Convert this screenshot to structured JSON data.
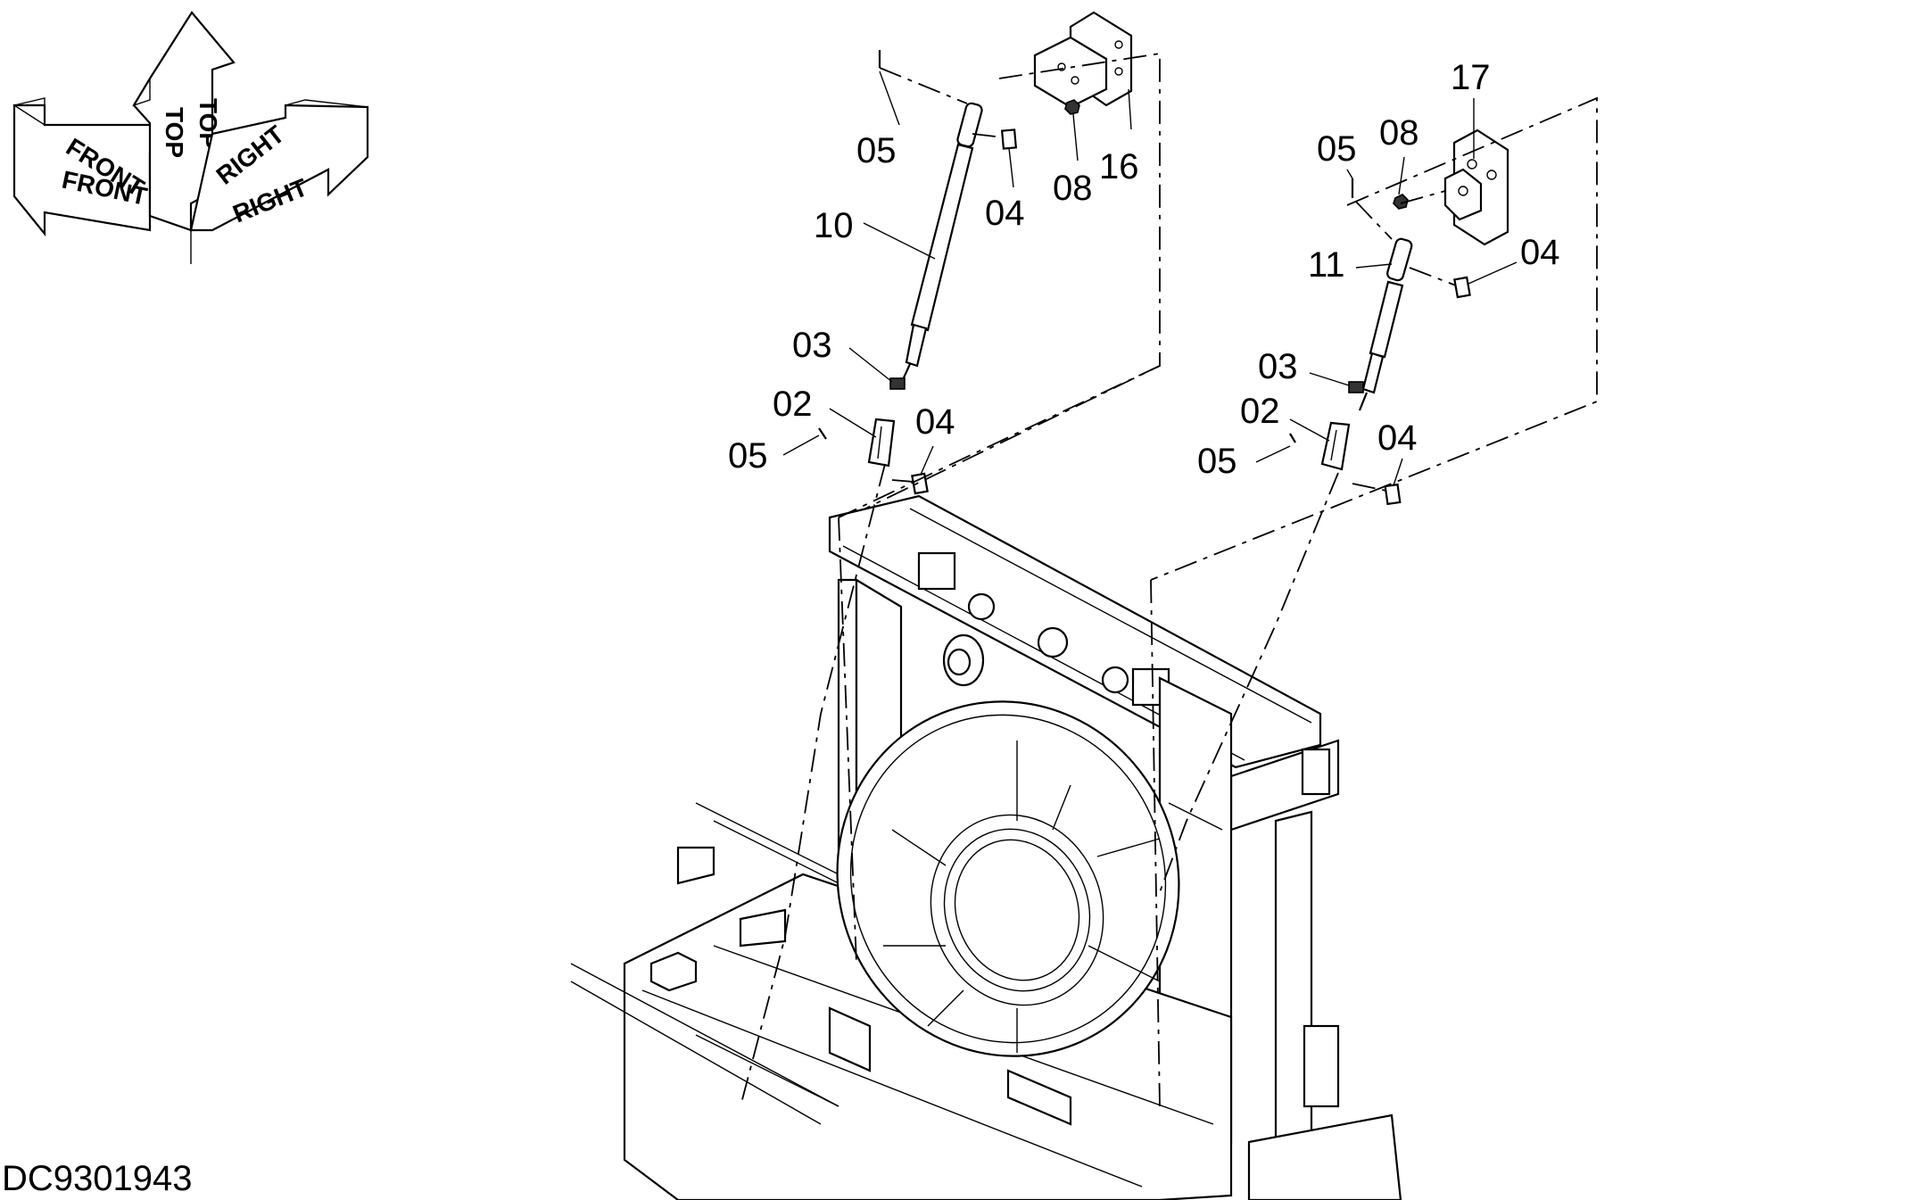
{
  "orientation": {
    "front": "FRONT",
    "top": "TOP",
    "right": "RIGHT"
  },
  "callouts": {
    "c1": "05",
    "c2": "04",
    "c3": "08",
    "c4": "16",
    "c5": "10",
    "c6": "03",
    "c7": "02",
    "c8": "04",
    "c9": "05",
    "c10": "17",
    "c11": "08",
    "c12": "05",
    "c13": "04",
    "c14": "11",
    "c15": "03",
    "c16": "02",
    "c17": "04",
    "c18": "05"
  },
  "document_id": "DC9301943"
}
